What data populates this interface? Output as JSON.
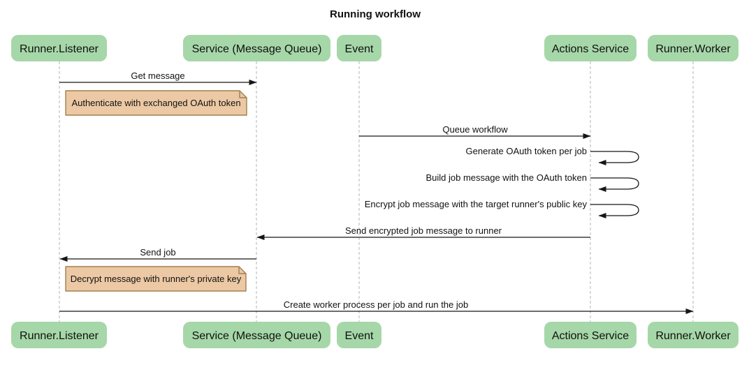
{
  "title": "Running workflow",
  "colors": {
    "background": "#ffffff",
    "actor_fill": "#a6d7a8",
    "actor_text": "#101010",
    "note_fill": "#ecc9a4",
    "note_border": "#a0804f",
    "lifeline": "#b3b3b3",
    "message_line": "#161616",
    "text": "#111111"
  },
  "participants": [
    {
      "label": "Runner.Listener"
    },
    {
      "label": "Service (Message Queue)"
    },
    {
      "label": "Event"
    },
    {
      "label": "Actions Service"
    },
    {
      "label": "Runner.Worker"
    }
  ],
  "messages": [
    {
      "from": "Runner.Listener",
      "to": "Service (Message Queue)",
      "label": "Get message",
      "type": "solid-arrow"
    },
    {
      "from": "Event",
      "to": "Actions Service",
      "label": "Queue workflow",
      "type": "solid-arrow"
    },
    {
      "from": "Actions Service",
      "to": "Actions Service",
      "label": "Generate OAuth token per job",
      "type": "self-loop"
    },
    {
      "from": "Actions Service",
      "to": "Actions Service",
      "label": "Build job message with the OAuth token",
      "type": "self-loop"
    },
    {
      "from": "Actions Service",
      "to": "Actions Service",
      "label": "Encrypt job message with the target runner's public key",
      "type": "self-loop"
    },
    {
      "from": "Actions Service",
      "to": "Service (Message Queue)",
      "label": "Send encrypted job message to runner",
      "type": "solid-arrow"
    },
    {
      "from": "Service (Message Queue)",
      "to": "Runner.Listener",
      "label": "Send job",
      "type": "solid-arrow"
    },
    {
      "from": "Runner.Listener",
      "to": "Runner.Worker",
      "label": "Create worker process per job and run the job",
      "type": "solid-arrow"
    }
  ],
  "notes": [
    {
      "position": "right of Runner.Listener",
      "text": "Authenticate with exchanged OAuth token"
    },
    {
      "position": "right of Runner.Listener",
      "text": "Decrypt message with runner's private key"
    }
  ]
}
